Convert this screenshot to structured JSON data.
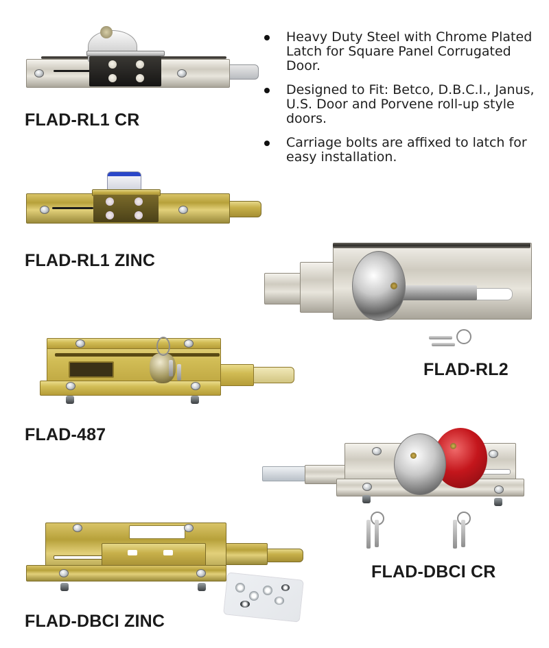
{
  "features": {
    "bullets": [
      "Heavy Duty Steel with Chrome Plated Latch for Square Panel Corrugated Door.",
      "Designed to Fit: Betco, D.B.C.I., Janus, U.S. Door and Porvene roll-up style doors.",
      "Carriage bolts are affixed to latch for easy installation."
    ]
  },
  "products": [
    {
      "model": "FLAD-RL1 CR",
      "finish": "chrome"
    },
    {
      "model": "FLAD-RL1 ZINC",
      "finish": "zinc"
    },
    {
      "model": "FLAD-RL2",
      "finish": "chrome"
    },
    {
      "model": "FLAD-487",
      "finish": "brass"
    },
    {
      "model": "FLAD-DBCI CR",
      "finish": "chrome"
    },
    {
      "model": "FLAD-DBCI ZINC",
      "finish": "zinc"
    }
  ],
  "colors": {
    "text": "#1a1a1a",
    "chrome": "#cfcbc0",
    "zinc": "#c7b04a",
    "padlock_red": "#c4161c",
    "tag_blue": "#2a46c8"
  }
}
